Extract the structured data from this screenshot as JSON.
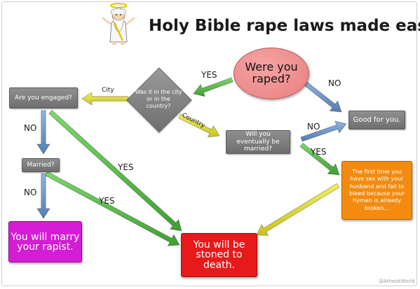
{
  "title": "Holy Bible rape laws made easy:",
  "nodes": {
    "start": "Were you raped?",
    "location": "Was it in the city or in the country?",
    "engaged": "Are you engaged?",
    "married": "Married?",
    "will_marry": "Will you eventually be married?",
    "good": "Good for you.",
    "hymen": "The first time you have sex with your husband and fail to bleed because your hymen is already broken...",
    "marry_rapist": "You will marry your rapist.",
    "stoned": "You will be stoned to death."
  },
  "edges": {
    "yes_to_location": "YES",
    "no_to_good": "NO",
    "city": "City",
    "country": "Country",
    "no_engaged": "NO",
    "yes_engaged": "YES",
    "no_married": "NO",
    "yes_married": "YES",
    "no_will_marry": "NO",
    "yes_will_marry": "YES"
  },
  "credit": "@AtheistWorld",
  "colors": {
    "arrow_green": "#5cc24a",
    "arrow_blue": "#6f98c9",
    "arrow_yellow": "#e5e13a",
    "oval": "#ee8b8c",
    "orange": "#f28b0f",
    "magenta": "#d41dd4",
    "red": "#e8191b",
    "gray": "#7f7f7f"
  },
  "icons": {
    "god": "god-cartoon-icon"
  }
}
